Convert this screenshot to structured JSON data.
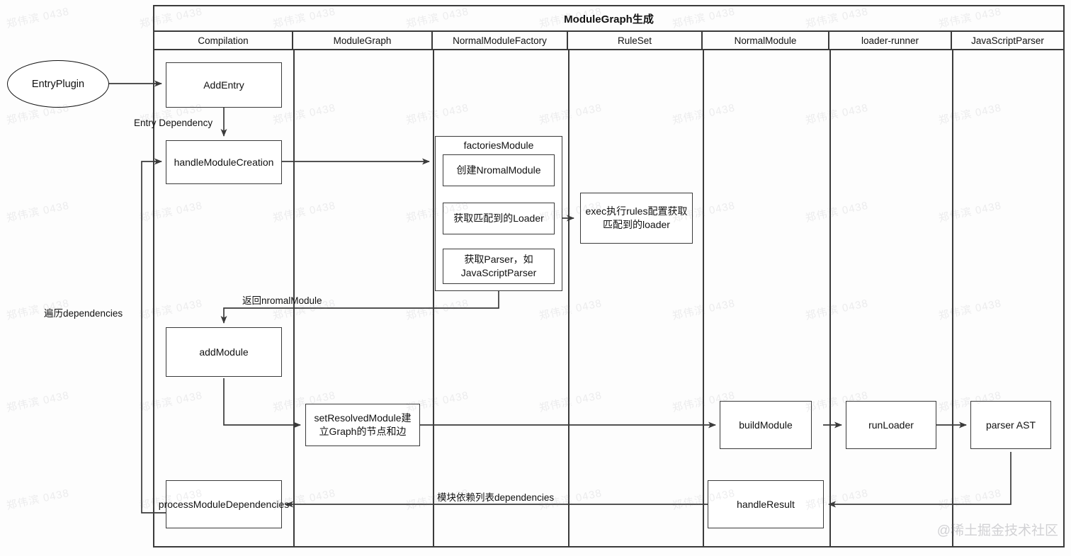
{
  "diagram": {
    "title": "ModuleGraph生成",
    "brand_watermark": "@稀土掘金技术社区",
    "tile_watermark": "郑伟滨 0438",
    "lanes": [
      {
        "id": "compilation",
        "label": "Compilation"
      },
      {
        "id": "modulegraph",
        "label": "ModuleGraph"
      },
      {
        "id": "normalmodulefactory",
        "label": "NormalModuleFactory"
      },
      {
        "id": "ruleset",
        "label": "RuleSet"
      },
      {
        "id": "normalmodule",
        "label": "NormalModule"
      },
      {
        "id": "loader-runner",
        "label": "loader-runner"
      },
      {
        "id": "javascriptparser",
        "label": "JavaScriptParser"
      }
    ],
    "nodes": {
      "entry_plugin": "EntryPlugin",
      "add_entry": "AddEntry",
      "handle_module_creation": "handleModuleCreation",
      "factories_module_title": "factoriesModule",
      "create_normal_module": "创建NromalModule",
      "get_matched_loader": "获取匹配到的Loader",
      "get_parser": "获取Parser，如JavaScriptParser",
      "exec_rules": "exec执行rules配置获取匹配到的loader",
      "add_module": "addModule",
      "set_resolved_module": "setResolvedModule建立Graph的节点和边",
      "build_module": "buildModule",
      "run_loader": "runLoader",
      "parser_ast": "parser AST",
      "process_module_dependencies": "processModuleDependencies",
      "handle_result": "handleResult"
    },
    "edge_labels": {
      "entry_dependency": "Entry Dependency",
      "traverse_dependencies": "遍历dependencies",
      "return_normal_module": "返回nromalModule",
      "module_dependencies_list": "模块依赖列表dependencies"
    },
    "colors": {
      "stroke": "#3a3a3a",
      "text": "#111111",
      "background": "#fdfdfd"
    }
  }
}
